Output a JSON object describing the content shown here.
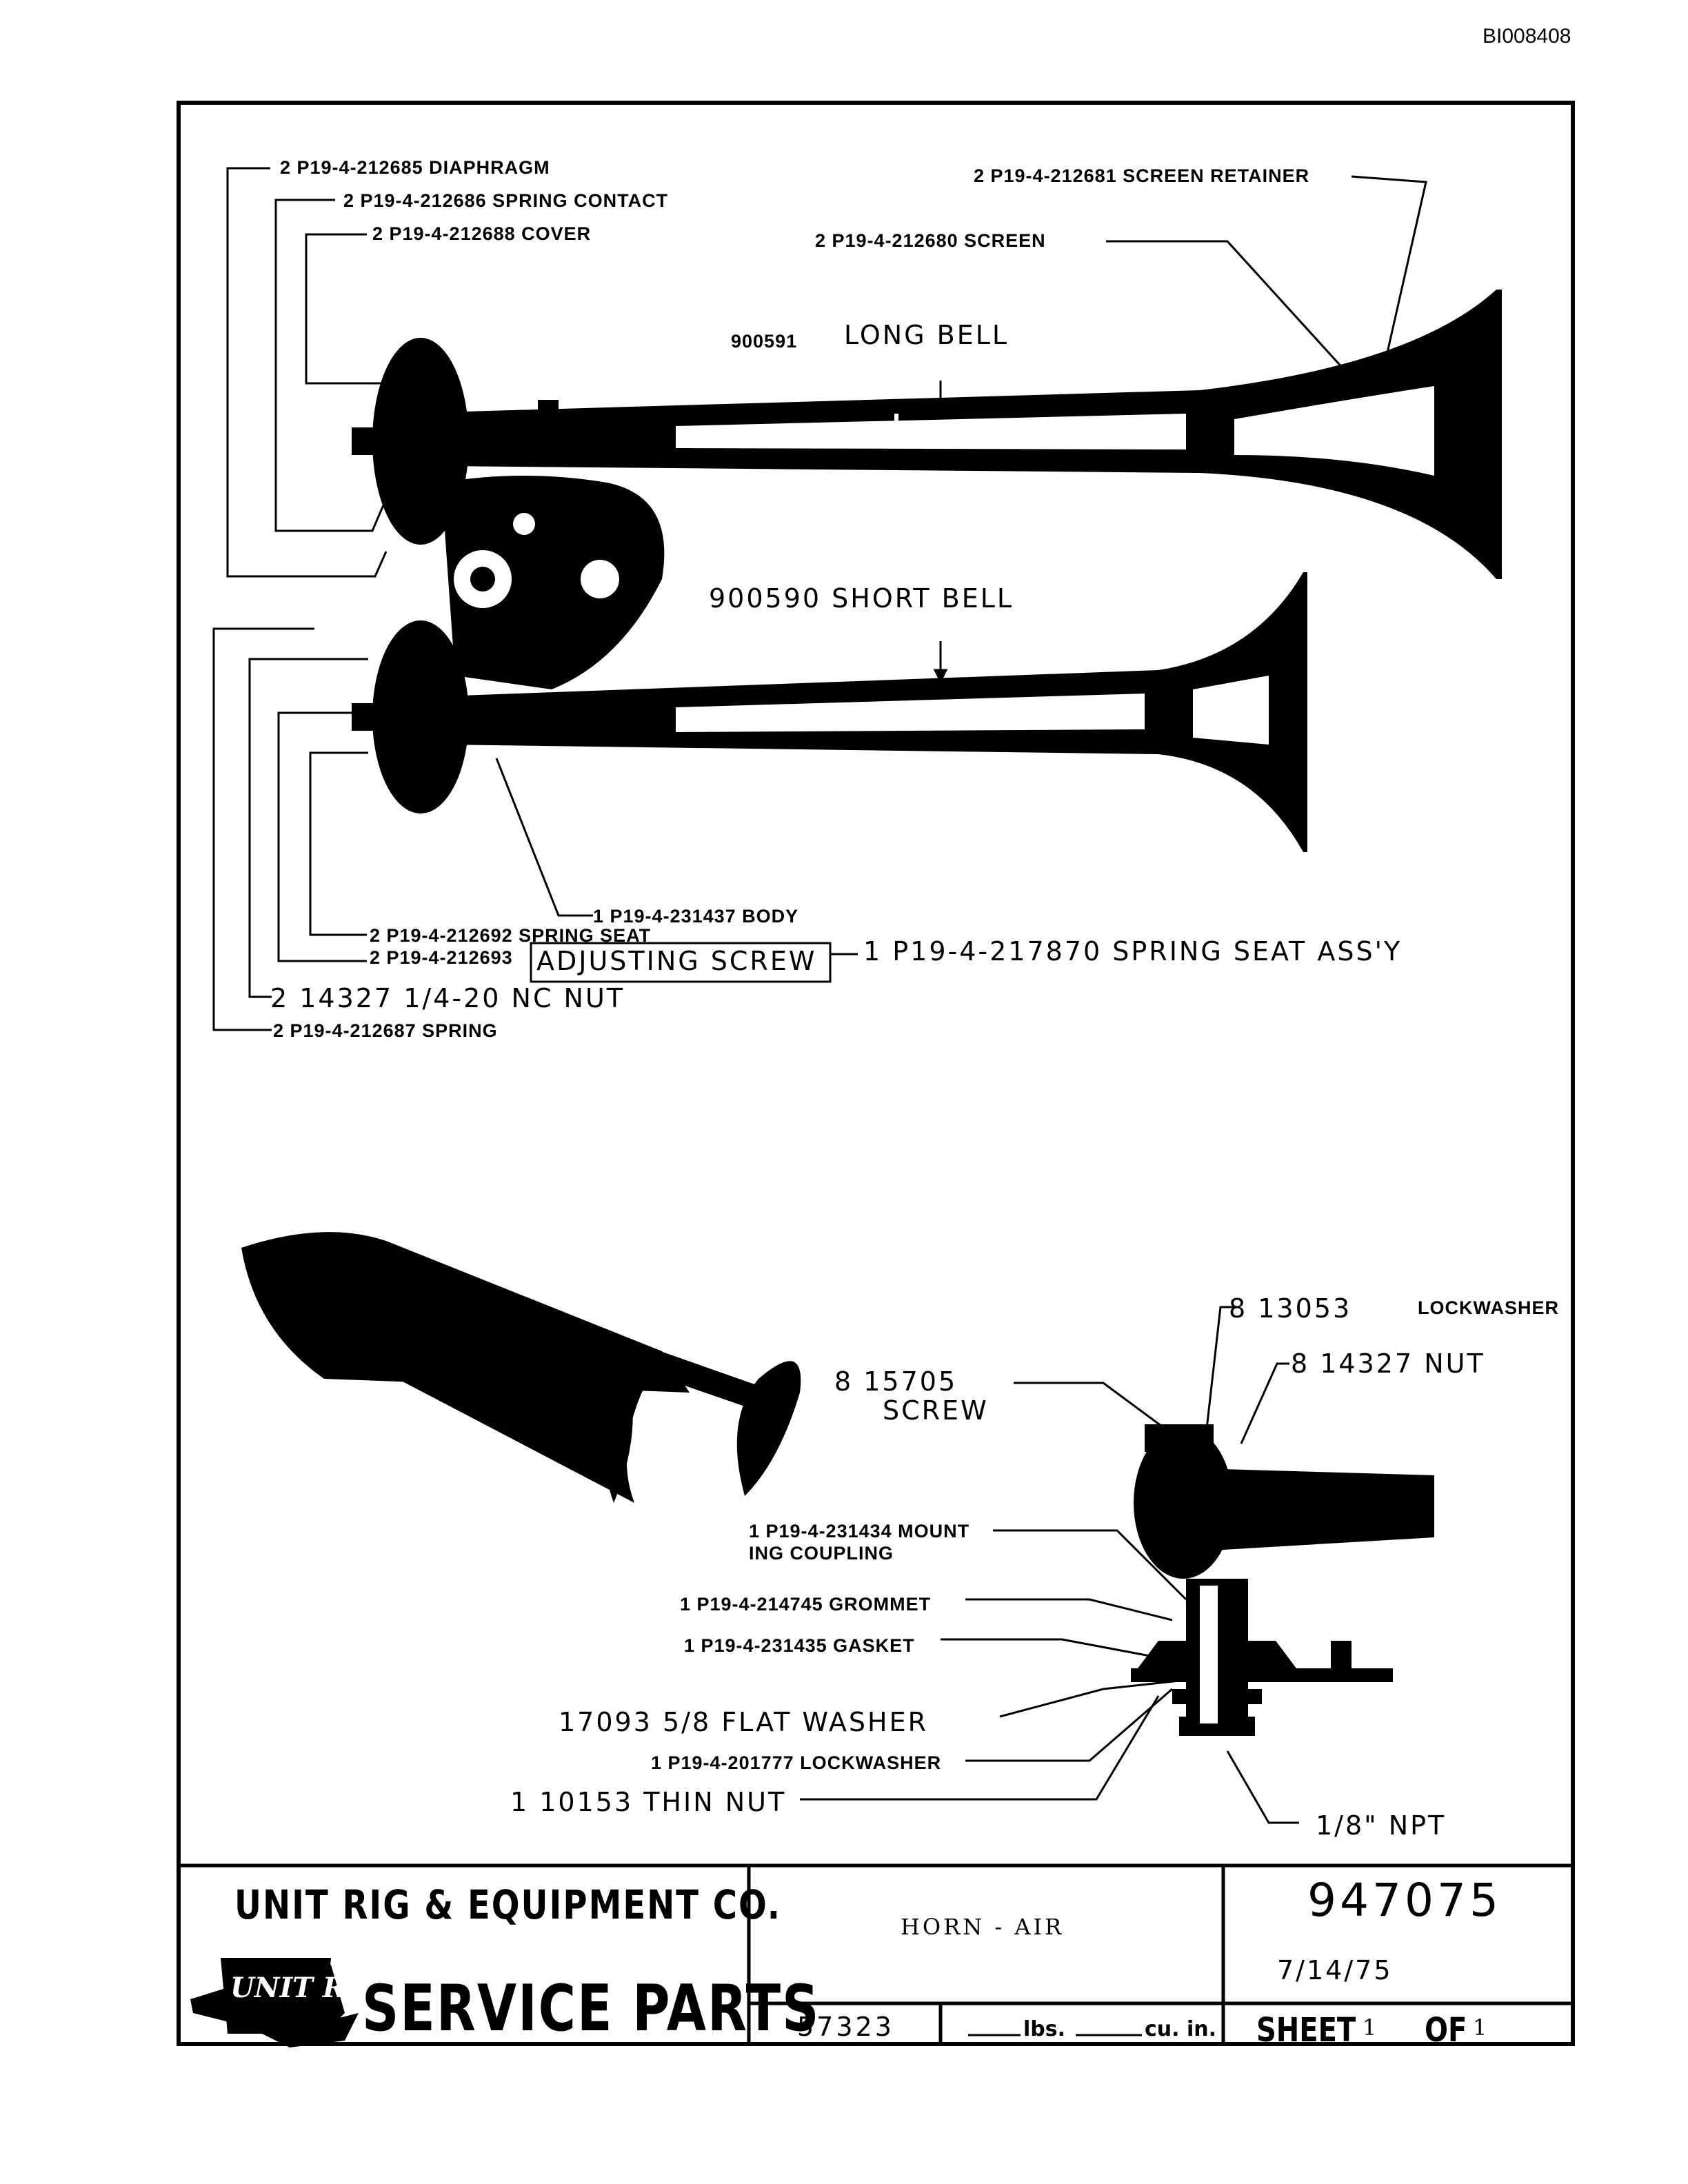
{
  "document_id": "BI008408",
  "callouts": {
    "diaphragm": "2 P19-4-212685 DIAPHRAGM",
    "spring_contact": "2 P19-4-212686 SPRING CONTACT",
    "cover": "2 P19-4-212688 COVER",
    "screen_retainer": "2 P19-4-212681 SCREEN RETAINER",
    "screen": "2 P19-4-212680 SCREEN",
    "long_bell_no": "900591",
    "long_bell": "LONG BELL",
    "short_bell": "900590 SHORT BELL",
    "body": "1 P19-4-231437 BODY",
    "spring_seat": "2 P19-4-212692 SPRING SEAT",
    "adjusting_screw_no": "2 P19-4-212693",
    "adjusting_screw": "ADJUSTING SCREW",
    "spring_seat_assy": "1 P19-4-217870 SPRING SEAT ASS'Y",
    "nc_nut": "2 14327 1/4-20 NC NUT",
    "spring": "2 P19-4-212687 SPRING",
    "lockwasher_no": "8 13053",
    "lockwasher": "LOCKWASHER",
    "nut": "8 14327 NUT",
    "screw_no": "8 15705",
    "screw": "SCREW",
    "mounting_coupling_1": "1 P19-4-231434 MOUNT",
    "mounting_coupling_2": "ING COUPLING",
    "grommet": "1 P19-4-214745 GROMMET",
    "gasket": "1 P19-4-231435 GASKET",
    "flat_washer": "17093 5/8 FLAT WASHER",
    "lockwasher_2": "1 P19-4-201777 LOCKWASHER",
    "thin_nut": "1 10153 THIN NUT",
    "npt": "1/8\" NPT"
  },
  "title_block": {
    "company": "UNIT RIG & EQUIPMENT CO.",
    "logo": "UNIT RIG",
    "service_parts": "SERVICE PARTS",
    "title": "HORN - AIR",
    "drawing_number": "947075",
    "date": "7/14/75",
    "weight_ref": "57323",
    "lbs": "lbs.",
    "cu_in": "cu. in.",
    "sheet_label": "SHEET",
    "sheet_number": "1",
    "of_label": "OF",
    "sheet_total": "1"
  }
}
